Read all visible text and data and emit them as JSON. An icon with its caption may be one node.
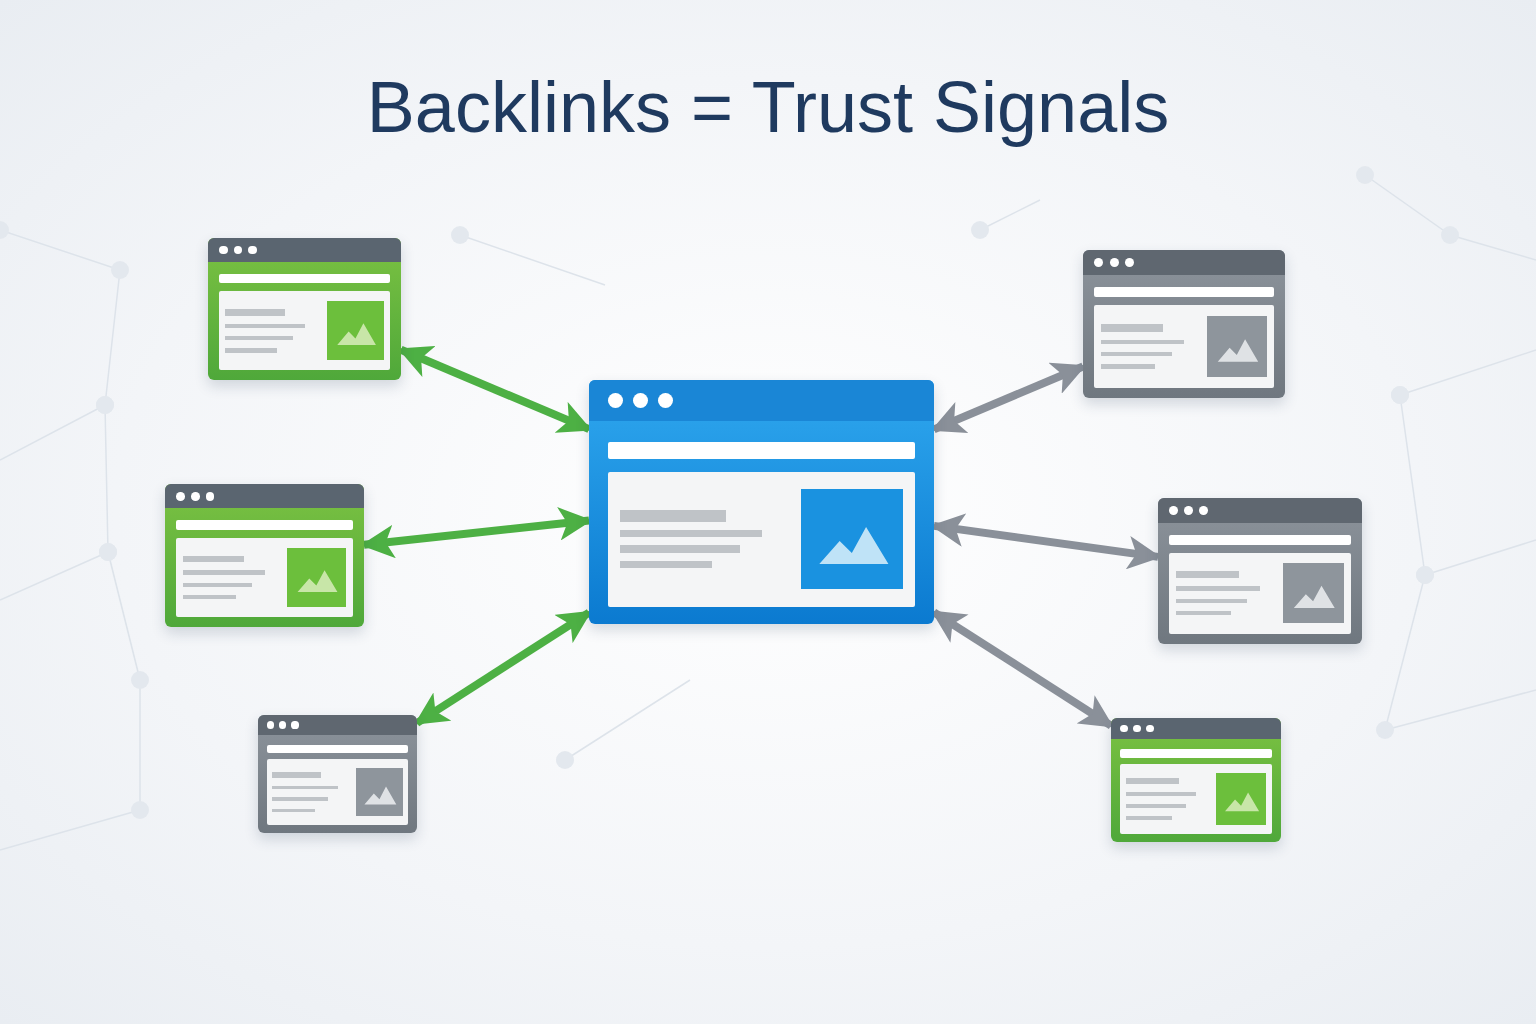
{
  "diagram": {
    "title": "Backlinks = Trust Signals",
    "nodes": [
      {
        "text": [],
        "shape": "picture"
      },
      {
        "text": [],
        "shape": "picture"
      },
      {
        "text": [],
        "shape": "picture"
      },
      {
        "text": [],
        "shape": "picture"
      },
      {
        "text": [],
        "shape": "picture"
      },
      {
        "text": [],
        "shape": "picture"
      },
      {
        "text": [],
        "shape": "picture"
      }
    ],
    "edges": [
      {
        "from": 0,
        "to": 2,
        "arrow": "both"
      },
      {
        "from": 1,
        "to": 2,
        "arrow": "both",
        "color": "#8a9099"
      },
      {
        "from": 3,
        "to": 2,
        "arrow": "both"
      },
      {
        "from": 4,
        "to": 2,
        "arrow": "both",
        "color": "#8a9099"
      },
      {
        "from": 5,
        "to": 2,
        "arrow": "both"
      },
      {
        "from": 6,
        "to": 2,
        "arrow": "both",
        "color": "#8a9099"
      }
    ]
  }
}
